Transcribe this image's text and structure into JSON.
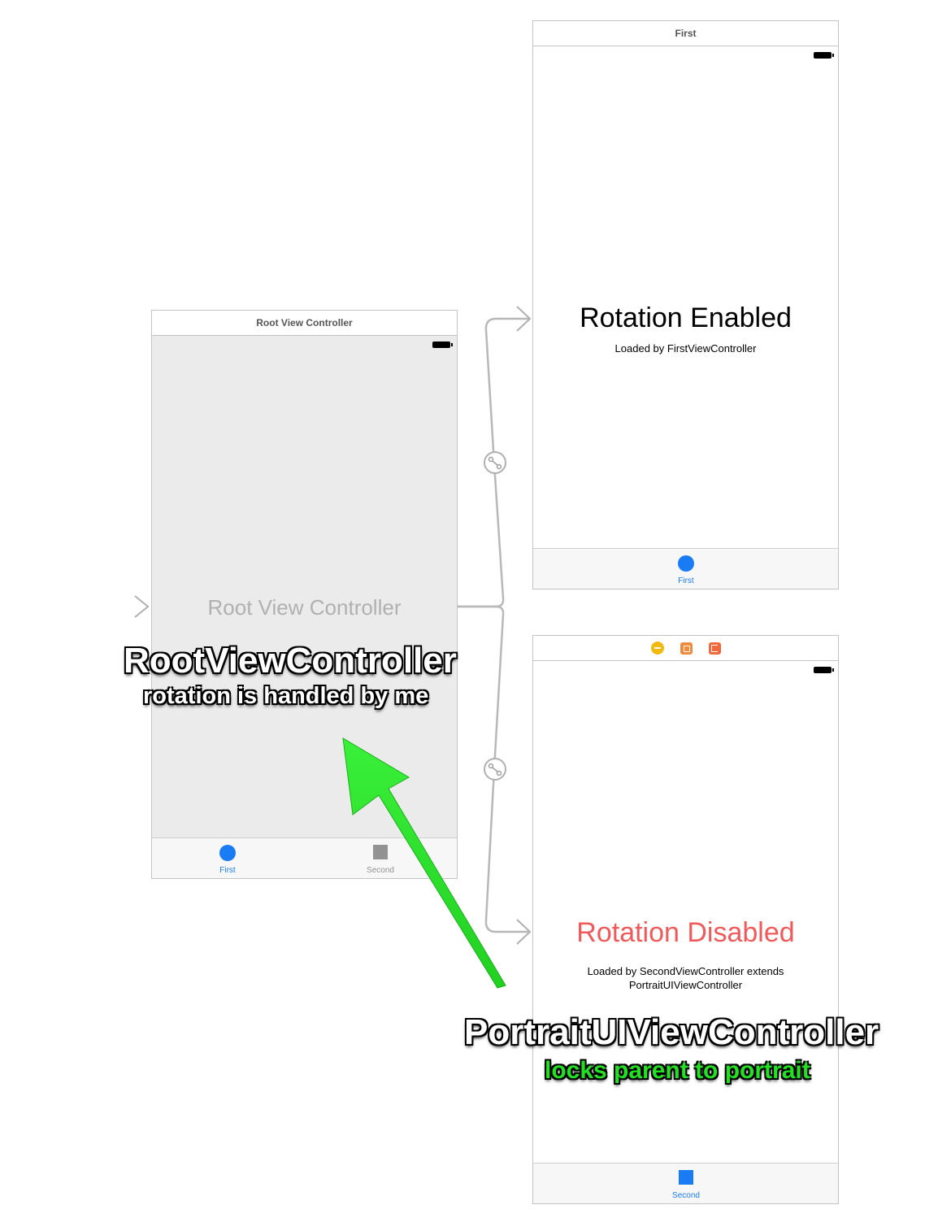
{
  "root_scene": {
    "header_title": "Root View Controller",
    "center_label": "Root View Controller",
    "tabs": [
      {
        "label": "First",
        "icon": "circle-icon",
        "selected": true
      },
      {
        "label": "Second",
        "icon": "square-icon",
        "selected": false
      }
    ]
  },
  "first_scene": {
    "header_title": "First",
    "title": "Rotation Enabled",
    "subtitle": "Loaded by FirstViewController",
    "tab_label": "First"
  },
  "second_scene": {
    "header_icons": [
      "first-responder-icon",
      "cube-icon",
      "exit-icon"
    ],
    "title": "Rotation Disabled",
    "subtitle_line1": "Loaded by SecondViewController extends",
    "subtitle_line2": "PortraitUIViewController",
    "tab_label": "Second"
  },
  "annotations": {
    "root_title": "RootViewController",
    "root_subtitle": "rotation is handled by me",
    "portrait_title": "PortraitUIViewController",
    "portrait_subtitle": "locks parent to portrait"
  },
  "colors": {
    "tint_blue": "#1a7cf5",
    "disabled_red": "#f05a5a",
    "arrow_green": "#1ee01e",
    "root_background": "#ebebeb"
  }
}
